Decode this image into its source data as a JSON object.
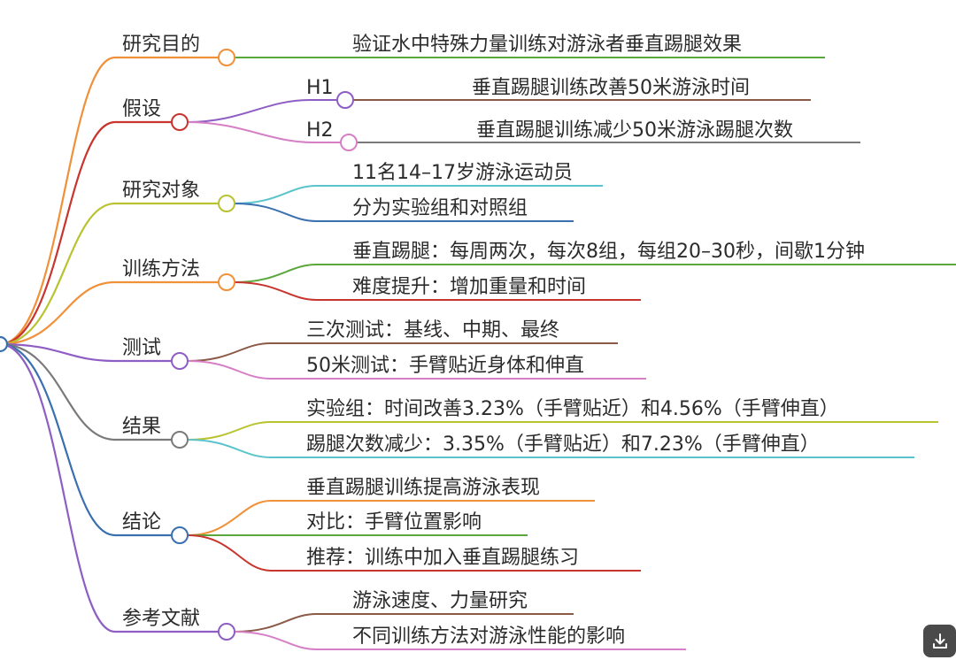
{
  "branches": [
    {
      "id": "purpose",
      "label": "研究目的",
      "color": "#f0913a",
      "children": [
        {
          "text": "验证水中特殊力量训练对游泳者垂直踢腿效果",
          "color": "#5aa83c"
        }
      ]
    },
    {
      "id": "hypothesis",
      "label": "假设",
      "color": "#c8352f",
      "children": [
        {
          "tag": "H1",
          "tag_color": "#8e5ec4",
          "text": "垂直踢腿训练改善50米游泳时间",
          "color": "#8a5a46"
        },
        {
          "tag": "H2",
          "tag_color": "#d67fc6",
          "text": "垂直踢腿训练减少50米游泳踢腿次数",
          "color": "#7a7a7a"
        }
      ]
    },
    {
      "id": "subjects",
      "label": "研究对象",
      "color": "#b9c22f",
      "children": [
        {
          "text": "11名14–17岁游泳运动员",
          "color": "#5bc3cc"
        },
        {
          "text": "分为实验组和对照组",
          "color": "#3a6fb0"
        }
      ]
    },
    {
      "id": "methods",
      "label": "训练方法",
      "color": "#f0913a",
      "children": [
        {
          "text": "垂直踢腿：每周两次，每次8组，每组20–30秒，间歇1分钟",
          "color": "#5aa83c"
        },
        {
          "text": "难度提升：增加重量和时间",
          "color": "#c8352f"
        }
      ]
    },
    {
      "id": "tests",
      "label": "测试",
      "color": "#8e5ec4",
      "children": [
        {
          "text": "三次测试：基线、中期、最终",
          "color": "#8a5a46"
        },
        {
          "text": "50米测试：手臂贴近身体和伸直",
          "color": "#d67fc6"
        }
      ]
    },
    {
      "id": "results",
      "label": "结果",
      "color": "#7a7a7a",
      "children": [
        {
          "text": "实验组：时间改善3.23%（手臂贴近）和4.56%（手臂伸直）",
          "color": "#b9c22f"
        },
        {
          "text": "踢腿次数减少：3.35%（手臂贴近）和7.23%（手臂伸直）",
          "color": "#5bc3cc"
        }
      ]
    },
    {
      "id": "conclusion",
      "label": "结论",
      "color": "#3a6fb0",
      "children": [
        {
          "text": "垂直踢腿训练提高游泳表现",
          "color": "#f0913a"
        },
        {
          "text": "对比：手臂位置影响",
          "color": "#5aa83c"
        },
        {
          "text": "推荐：训练中加入垂直踢腿练习",
          "color": "#c8352f"
        }
      ]
    },
    {
      "id": "references",
      "label": "参考文献",
      "color": "#8e5ec4",
      "children": [
        {
          "text": "游泳速度、力量研究",
          "color": "#8a5a46"
        },
        {
          "text": "不同训练方法对游泳性能的影响",
          "color": "#d67fc6"
        }
      ]
    }
  ],
  "download_icon": "download-icon",
  "root_color": "#3a6fb0"
}
